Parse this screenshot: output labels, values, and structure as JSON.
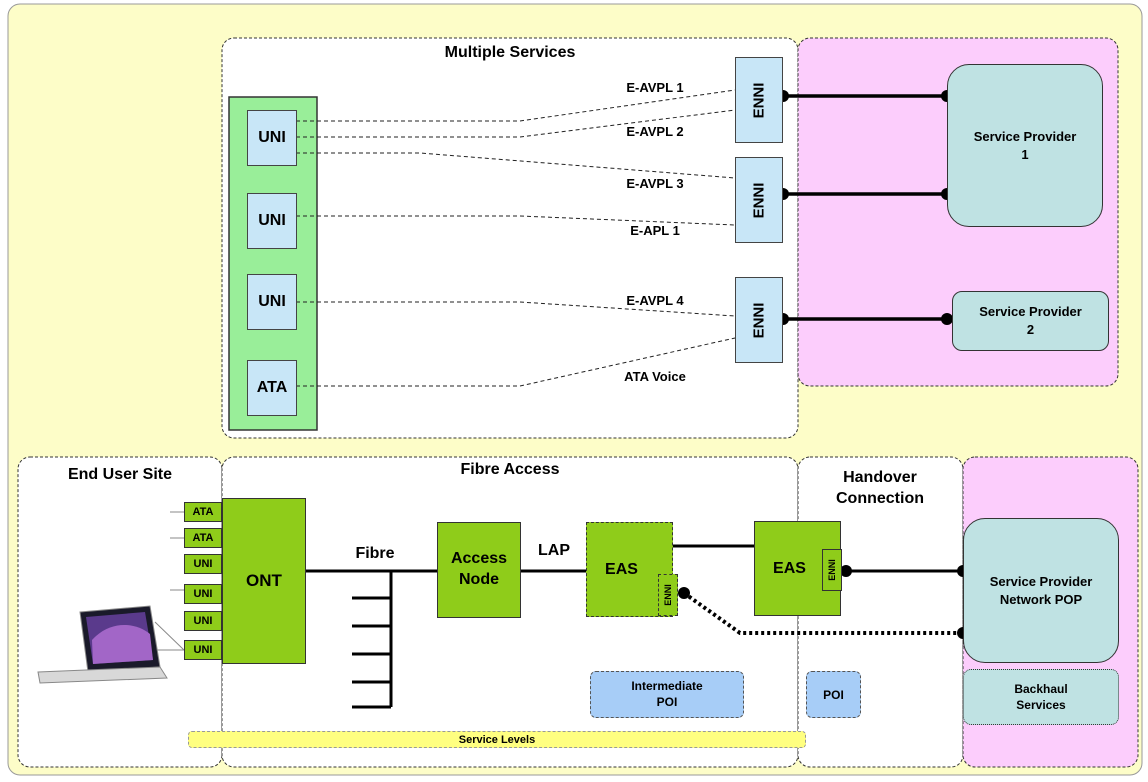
{
  "regions": {
    "multiple_services": "Multiple Services",
    "end_user_site": "End User Site",
    "fibre_access": "Fibre Access",
    "handover_connection": "Handover\nConnection"
  },
  "services_block": {
    "uni_labels": [
      "UNI",
      "UNI",
      "UNI"
    ],
    "ata_label": "ATA",
    "enni_label": "ENNI",
    "links": [
      "E-AVPL 1",
      "E-AVPL 2",
      "E-AVPL 3",
      "E-APL 1",
      "E-AVPL 4",
      "ATA Voice"
    ],
    "provider_1": "Service Provider\n1",
    "provider_2": "Service Provider\n2"
  },
  "access_block": {
    "ports": [
      "ATA",
      "ATA",
      "UNI",
      "UNI",
      "UNI",
      "UNI"
    ],
    "ont": "ONT",
    "fibre": "Fibre",
    "access_node": "Access\nNode",
    "lap": "LAP",
    "eas_1": "EAS",
    "eas_2": "EAS",
    "enni": "ENNI",
    "pop": "Service Provider\nNetwork POP",
    "intermediate_poi": "Intermediate\nPOI",
    "poi": "POI",
    "backhaul": "Backhaul\nServices",
    "service_levels": "Service Levels"
  },
  "colors": {
    "background": "#fdfdc8",
    "provider_zone": "#fccdfc",
    "uni_panel": "#99ee99",
    "uni_box": "#c8e6f7",
    "provider_box": "#bfe2e3",
    "green_node": "#8fcc1a",
    "poi_box": "#a7cdf7",
    "service_levels_bar": "#ffff80"
  }
}
